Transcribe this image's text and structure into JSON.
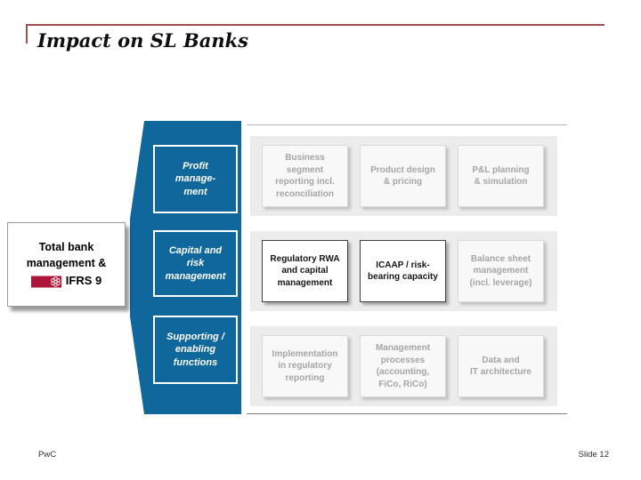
{
  "slide": {
    "title": "Impact on SL Banks",
    "footer": {
      "brand": "PwC",
      "page": "Slide 12"
    }
  },
  "colors": {
    "accent_rule": "#9d5152",
    "process_blue": "#0f679c",
    "ifrs_red": "#ae1639",
    "muted_item_text": "#a5a5a5",
    "highlight_item_text": "#161616"
  },
  "left_box": {
    "title": "Total bank\nmanagement &",
    "ifrs": {
      "icon": "ifrs9-circles-badge-icon",
      "label": "IFRS 9"
    }
  },
  "matrix": {
    "rows": [
      {
        "category": "Profit\nmanage-\nment",
        "items": [
          {
            "label": "Business\nsegment\nreporting incl.\nreconciliation",
            "highlight": false
          },
          {
            "label": "Product design\n& pricing",
            "highlight": false
          },
          {
            "label": "P&L planning\n& simulation",
            "highlight": false
          }
        ]
      },
      {
        "category": "Capital and\nrisk\nmanagement",
        "items": [
          {
            "label": "Regulatory RWA\nand capital\nmanagement",
            "highlight": true
          },
          {
            "label": "ICAAP / risk-\nbearing capacity",
            "highlight": true
          },
          {
            "label": "Balance sheet\nmanagement\n(incl. leverage)",
            "highlight": false
          }
        ]
      },
      {
        "category": "Supporting /\nenabling\nfunctions",
        "items": [
          {
            "label": "Implementation\nin regulatory\nreporting",
            "highlight": false
          },
          {
            "label": "Management\nprocesses\n(accounting,\nFiCo, RiCo)",
            "highlight": false
          },
          {
            "label": "Data and\nIT architecture",
            "highlight": false
          }
        ]
      }
    ]
  }
}
